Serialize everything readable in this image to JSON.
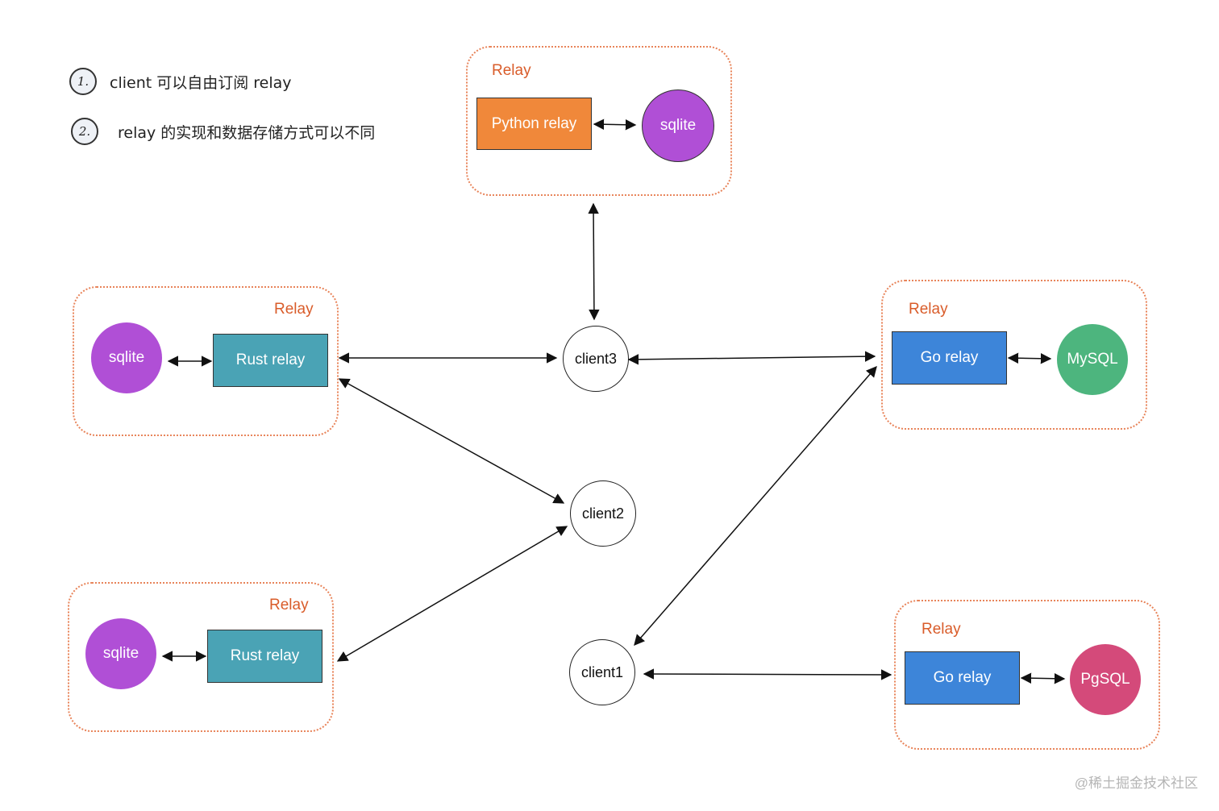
{
  "notes": [
    {
      "num": "1.",
      "text": "client 可以自由订阅 relay"
    },
    {
      "num": "2.",
      "text": "relay 的实现和数据存储方式可以不同"
    }
  ],
  "groups": {
    "top": {
      "label": "Relay",
      "relay": "Python relay",
      "db": "sqlite"
    },
    "left1": {
      "label": "Relay",
      "relay": "Rust relay",
      "db": "sqlite"
    },
    "left2": {
      "label": "Relay",
      "relay": "Rust relay",
      "db": "sqlite"
    },
    "right1": {
      "label": "Relay",
      "relay": "Go relay",
      "db": "MySQL"
    },
    "right2": {
      "label": "Relay",
      "relay": "Go relay",
      "db": "PgSQL"
    }
  },
  "clients": {
    "client1": "client1",
    "client2": "client2",
    "client3": "client3"
  },
  "colors": {
    "group_border": "#e8845a",
    "group_label": "#d95c2a",
    "python_relay": "#f0883a",
    "rust_relay": "#4aa3b5",
    "go_relay": "#3d85d9",
    "sqlite": "#b04fd6",
    "mysql": "#4db57e",
    "pgsql": "#d44a7a"
  },
  "watermark": "@稀土掘金技术社区"
}
